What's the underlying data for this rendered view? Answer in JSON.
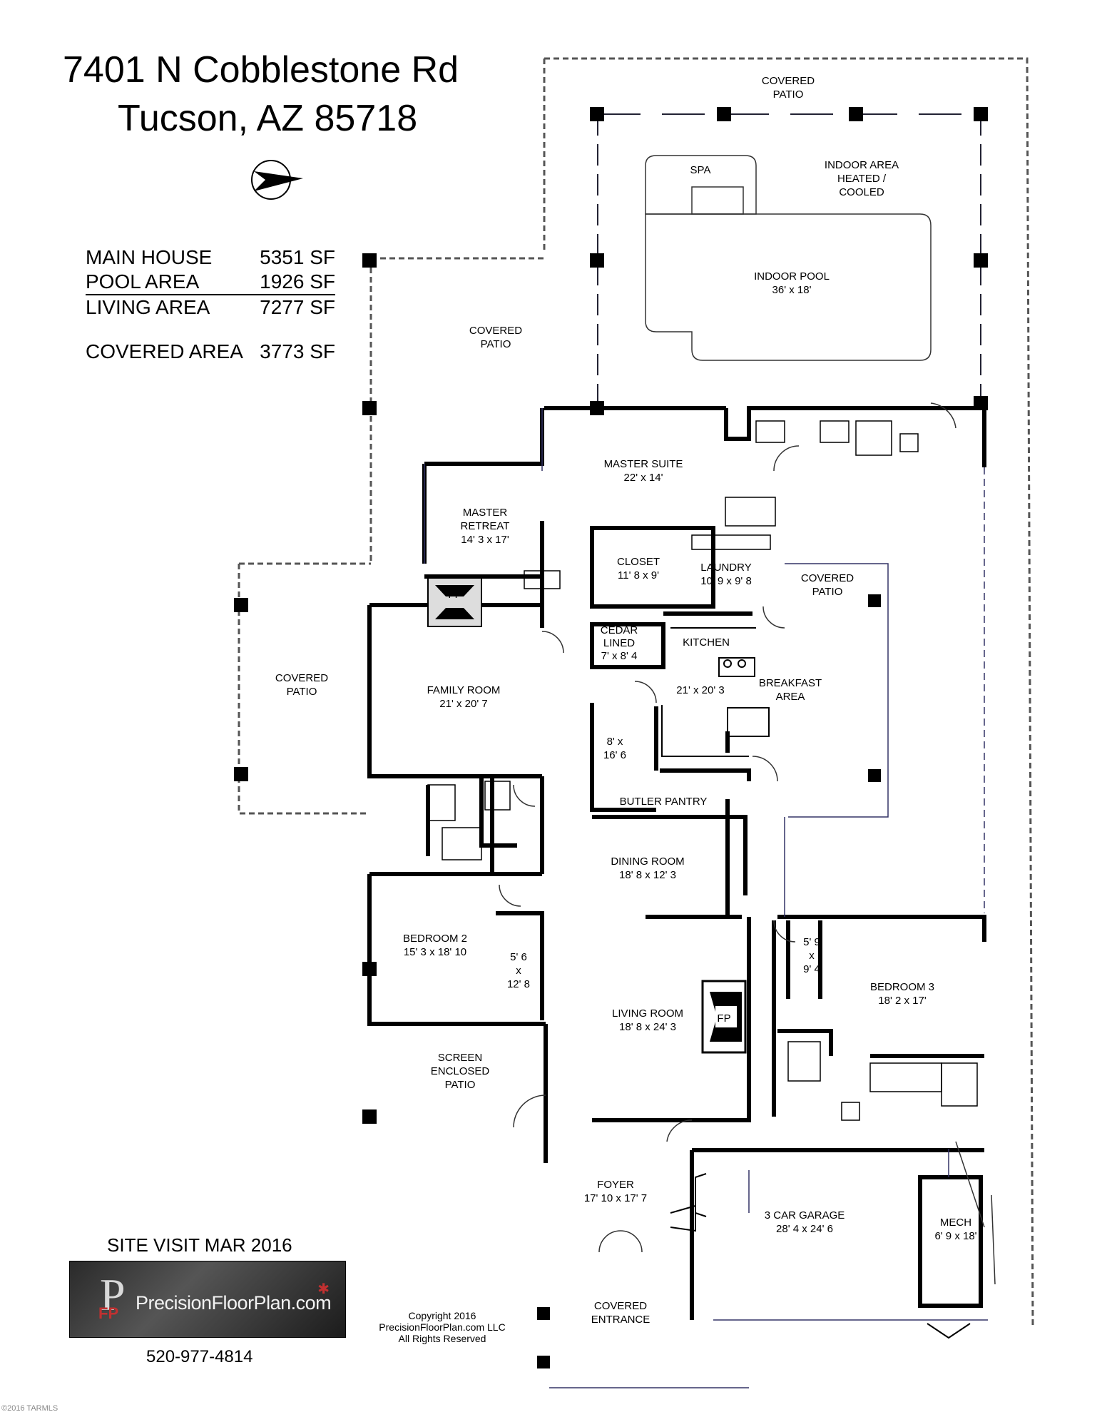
{
  "header": {
    "address_line1": "7401 N Cobblestone Rd",
    "address_line2": "Tucson, AZ  85718"
  },
  "areas": [
    {
      "label": "MAIN HOUSE",
      "value": "5351 SF"
    },
    {
      "label": "POOL  AREA",
      "value": "1926 SF"
    },
    {
      "label": "LIVING AREA",
      "value": "7277 SF"
    },
    {
      "label": "COVERED AREA",
      "value": "3773 SF"
    }
  ],
  "rooms": {
    "covered_patio_top": [
      "COVERED",
      "PATIO"
    ],
    "spa": [
      "SPA"
    ],
    "indoor_area": [
      "INDOOR AREA",
      "HEATED /",
      "COOLED"
    ],
    "indoor_pool": [
      "INDOOR POOL",
      "36' x 18'"
    ],
    "covered_patio_mid": [
      "COVERED",
      "PATIO"
    ],
    "master_suite": [
      "MASTER SUITE",
      "22' x 14'"
    ],
    "master_retreat": [
      "MASTER",
      "RETREAT",
      "14' 3 x 17'"
    ],
    "closet": [
      "CLOSET",
      "11' 8 x 9'"
    ],
    "laundry": [
      "LAUNDRY",
      "10' 9 x 9' 8"
    ],
    "covered_patio_right": [
      "COVERED",
      "PATIO"
    ],
    "fp": [
      "FP"
    ],
    "covered_patio_left": [
      "COVERED",
      "PATIO"
    ],
    "family_room": [
      "FAMILY ROOM",
      "21' x 20' 7"
    ],
    "cedar": [
      "CEDAR",
      "LINED",
      "7' x 8' 4"
    ],
    "kitchen": [
      "KITCHEN",
      "21' x 20' 3"
    ],
    "breakfast": [
      "BREAKFAST",
      "AREA"
    ],
    "butler_dims": [
      "8' x",
      "16' 6"
    ],
    "butler_pantry": [
      "BUTLER PANTRY"
    ],
    "dining_room": [
      "DINING ROOM",
      "18' 8 x 12' 3"
    ],
    "bedroom2": [
      "BEDROOM 2",
      "15' 3 x 18' 10"
    ],
    "closet_b2": [
      "5' 6",
      "x",
      "12' 8"
    ],
    "closet_b3": [
      "5' 9",
      "x",
      "9' 4"
    ],
    "bedroom3": [
      "BEDROOM 3",
      "18' 2 x 17'"
    ],
    "living_room": [
      "LIVING ROOM",
      "18' 8 x 24' 3"
    ],
    "screen_patio": [
      "SCREEN",
      "ENCLOSED",
      "PATIO"
    ],
    "foyer": [
      "FOYER",
      "17' 10 x 17' 7"
    ],
    "garage": [
      "3 CAR GARAGE",
      "28' 4 x 24' 6"
    ],
    "mech": [
      "MECH",
      "6' 9 x 18'"
    ],
    "covered_entrance": [
      "COVERED",
      "ENTRANCE"
    ]
  },
  "footer": {
    "site_visit": "SITE VISIT  MAR 2016",
    "logo_text": "PrecisionFloorPlan.com",
    "logo_initial": "P",
    "logo_mark": "FP",
    "phone": "520-977-4814",
    "copyright": [
      "Copyright 2016",
      "PrecisionFloorPlan.com LLC",
      "All Rights Reserved"
    ],
    "watermark": "©2016 TARMLS"
  },
  "icons": {
    "compass": "north-arrow-icon"
  }
}
